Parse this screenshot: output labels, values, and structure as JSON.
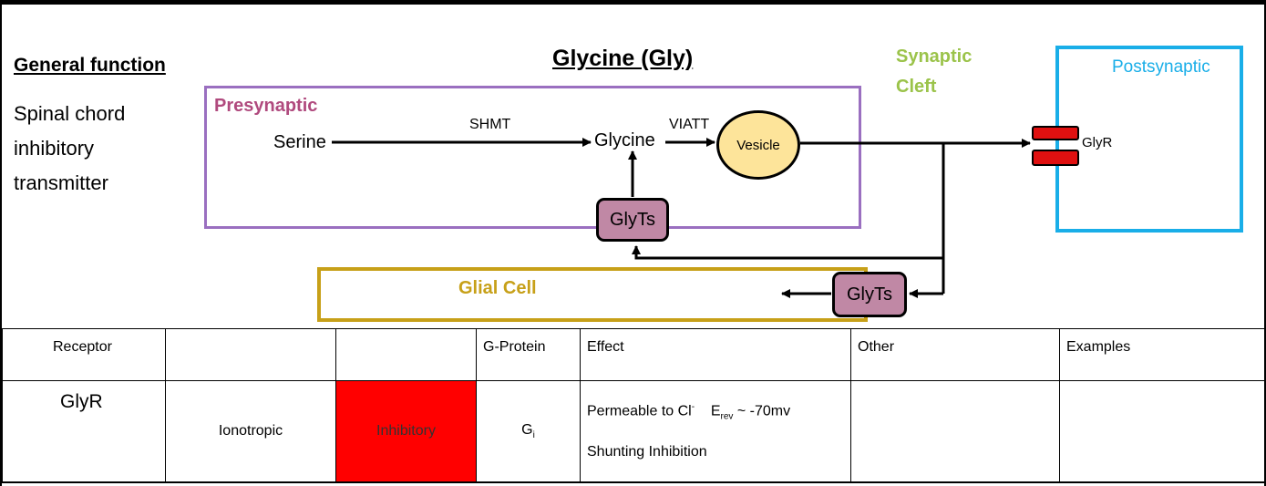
{
  "general": {
    "title": "General function",
    "description": "Spinal chord inhibitory transmitter"
  },
  "diagram": {
    "title": "Glycine (Gly)",
    "presynaptic_label": "Presynaptic",
    "synaptic_cleft_label": "Synaptic Cleft",
    "postsynaptic_label": "Postsynaptic",
    "glial_cell_label": "Glial Cell",
    "serine": "Serine",
    "shmt": "SHMT",
    "glycine": "Glycine",
    "viatt": "VIATT",
    "vesicle": "Vesicle",
    "glyts_presynaptic": "GlyTs",
    "glyts_glial": "GlyTs",
    "glyr": "GlyR",
    "colors": {
      "presynaptic": "#9a6fc0",
      "presynaptic_text": "#b04a7e",
      "cleft": "#9bc34a",
      "postsynaptic": "#19aee8",
      "glial": "#c7a018",
      "vesicle": "#fde49a",
      "glyts": "#c088a5",
      "glyr": "#e01010"
    }
  },
  "table": {
    "headers": {
      "receptor": "Receptor",
      "col2": "",
      "col3": "",
      "gprotein": "G-Protein",
      "effect": "Effect",
      "other": "Other",
      "examples": "Examples"
    },
    "row": {
      "receptor": "GlyR",
      "type": "Ionotropic",
      "action": "Inhibitory",
      "gprotein_base": "G",
      "gprotein_sub": "i",
      "effect_line1_a": "Permeable to Cl",
      "effect_line1_sup": "-",
      "effect_line1_b": "E",
      "effect_line1_sub": "rev",
      "effect_line1_c": " ~ -70mv",
      "effect_line2": "Shunting Inhibition",
      "other": "",
      "examples": ""
    },
    "action_color": "#ff0000"
  }
}
